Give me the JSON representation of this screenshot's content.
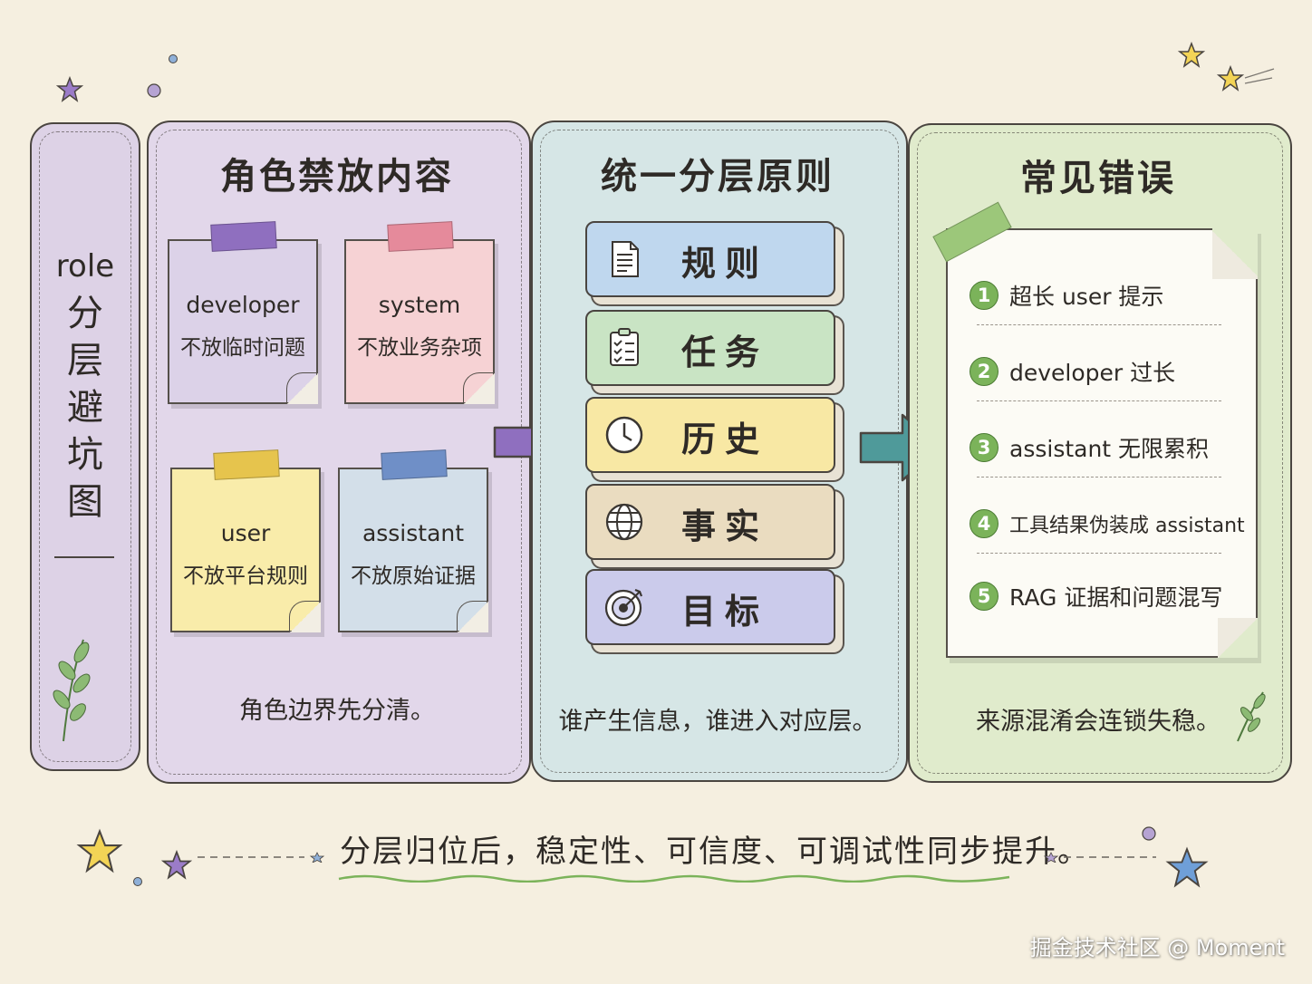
{
  "side": {
    "title_en": "role",
    "title_zh": [
      "分",
      "层",
      "避",
      "坑",
      "图"
    ]
  },
  "roles": {
    "title": "角色禁放内容",
    "notes": [
      {
        "role": "developer",
        "text": "不放临时问题",
        "color": "#dcd2e8",
        "tape": "#8f6fbf"
      },
      {
        "role": "system",
        "text": "不放业务杂项",
        "color": "#f6d2d4",
        "tape": "#e58a9b"
      },
      {
        "role": "user",
        "text": "不放平台规则",
        "color": "#f9ecaa",
        "tape": "#e6c44d"
      },
      {
        "role": "assistant",
        "text": "不放原始证据",
        "color": "#d3dfe9",
        "tape": "#6f8fc7"
      }
    ],
    "caption": "角色边界先分清。"
  },
  "layers": {
    "title": "统一分层原则",
    "items": [
      {
        "label": "规则",
        "icon": "document-icon"
      },
      {
        "label": "任务",
        "icon": "clipboard-checklist-icon"
      },
      {
        "label": "历史",
        "icon": "clock-icon"
      },
      {
        "label": "事实",
        "icon": "globe-icon"
      },
      {
        "label": "目标",
        "icon": "target-icon"
      }
    ],
    "caption": "谁产生信息，谁进入对应层。"
  },
  "errors": {
    "title": "常见错误",
    "items": [
      {
        "num": "1",
        "text": "超长 user 提示"
      },
      {
        "num": "2",
        "text": "developer 过长"
      },
      {
        "num": "3",
        "text": "assistant 无限累积"
      },
      {
        "num": "4",
        "text": "工具结果伪装成 assistant"
      },
      {
        "num": "5",
        "text": "RAG 证据和问题混写"
      }
    ],
    "caption": "来源混淆会连锁失稳。"
  },
  "summary": "分层归位后，稳定性、可信度、可调试性同步提升。",
  "watermark": "掘金技术社区 @ Moment",
  "colors": {
    "accent_purple": "#8f6fbf",
    "accent_teal": "#4f9a9a",
    "accent_green": "#7bb35a"
  }
}
